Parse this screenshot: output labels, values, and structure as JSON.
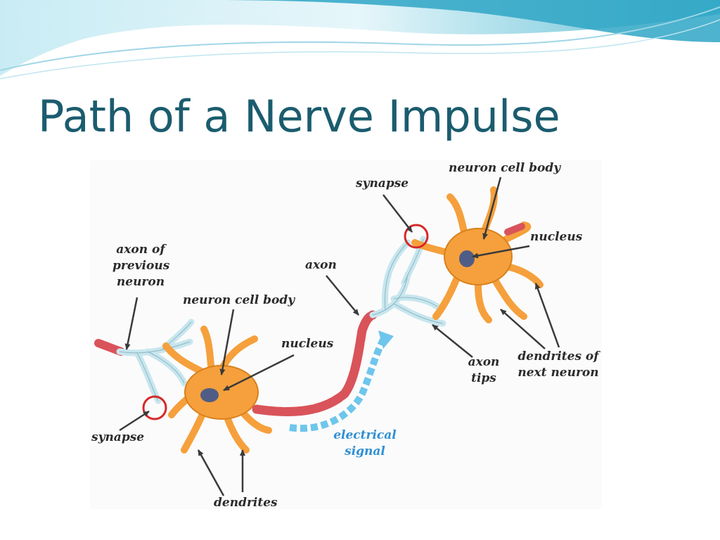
{
  "slide": {
    "title": "Path of a Nerve Impulse"
  },
  "labels": {
    "axon_prev_1": "axon of",
    "axon_prev_2": "previous",
    "axon_prev_3": "neuron",
    "cell_body_left": "neuron cell body",
    "nucleus_left": "nucleus",
    "synapse_left": "synapse",
    "dendrites_left": "dendrites",
    "axon": "axon",
    "signal_1": "electrical",
    "signal_2": "signal",
    "synapse_right": "synapse",
    "cell_body_right": "neuron cell body",
    "nucleus_right": "nucleus",
    "axon_tips_1": "axon",
    "axon_tips_2": "tips",
    "dendrites_next_1": "dendrites of",
    "dendrites_next_2": "next neuron"
  },
  "colors": {
    "title": "#1b5c6e",
    "cell": "#f5a03c",
    "cell_outline": "#d8801c",
    "nucleus": "#4f5d86",
    "axon": "#d9535a",
    "axon_tips": "#c7e6ee",
    "signal": "#6ec6ec",
    "synapse_ring": "#d62828",
    "arrow": "#3a3a3a"
  },
  "icons": {
    "signal-arrow": "chevron-chain"
  }
}
